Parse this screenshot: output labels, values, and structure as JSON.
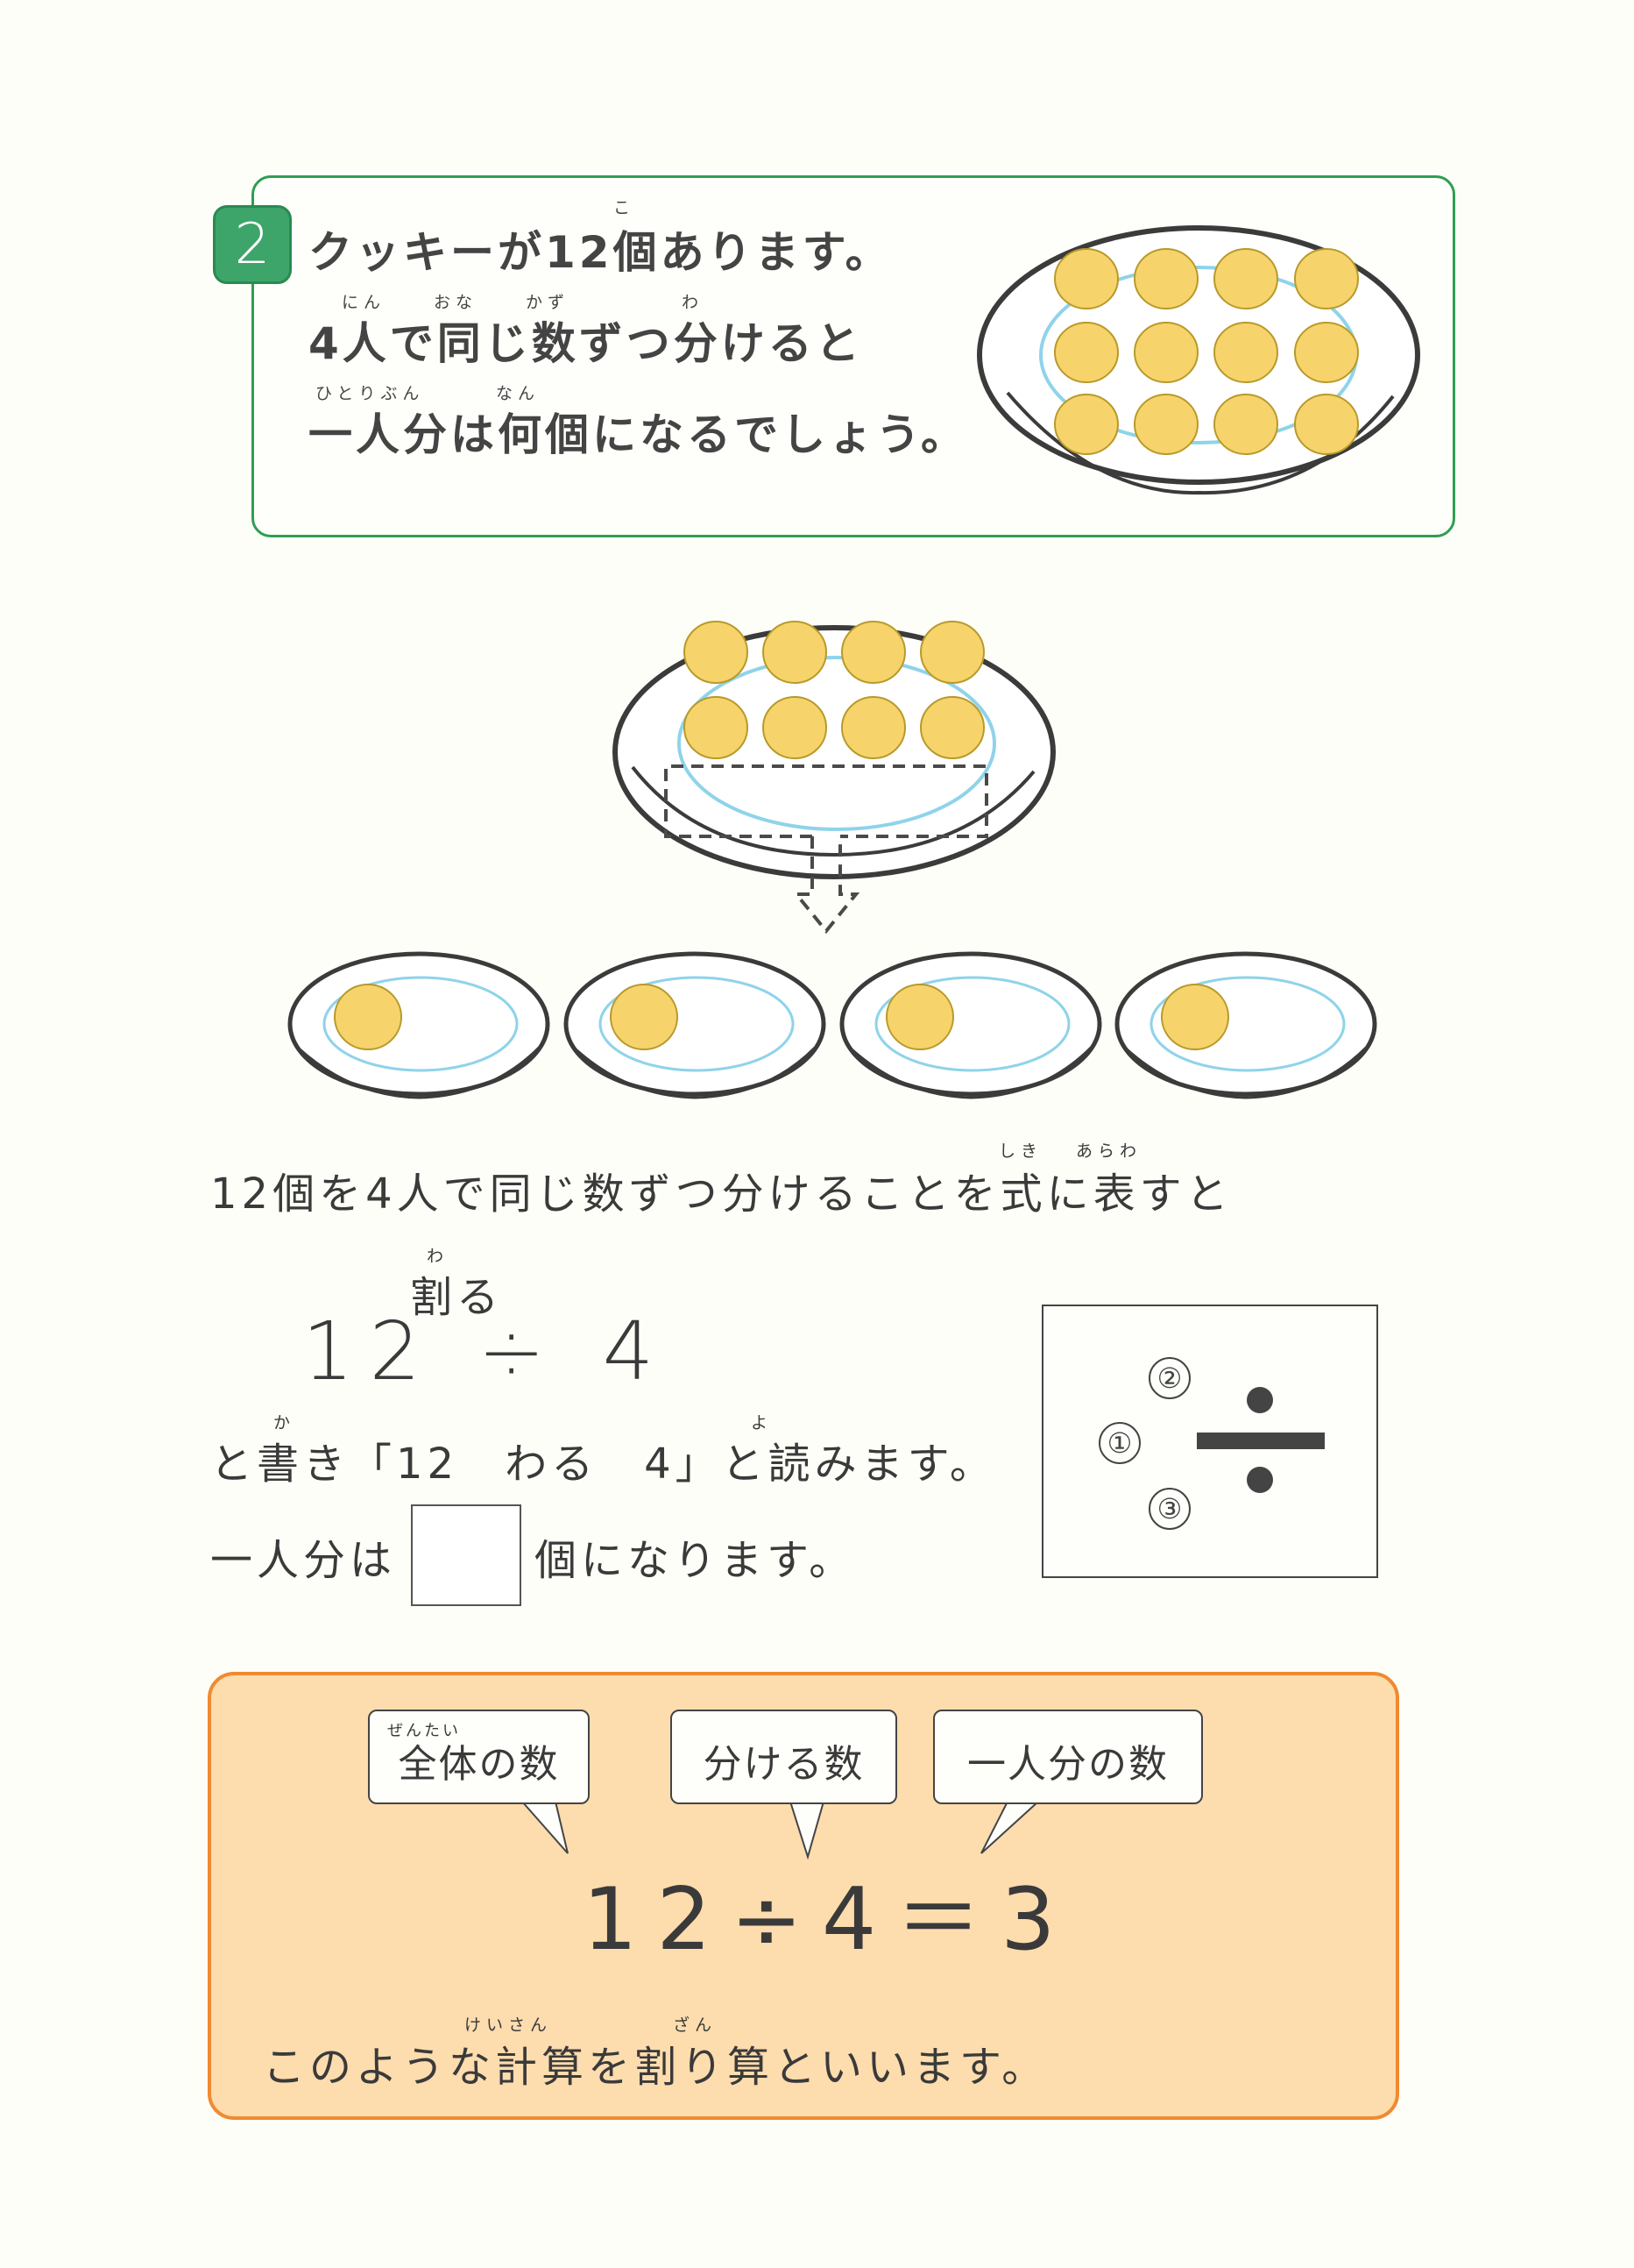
{
  "problem": {
    "number": "2",
    "lines": [
      {
        "text": "クッキーが12個あります。",
        "ruby": [
          {
            "reading": "こ",
            "base": "個"
          }
        ]
      },
      {
        "text": "4人で同じ数ずつ分けると",
        "ruby": [
          {
            "reading": "にん",
            "base": "人"
          },
          {
            "reading": "おな",
            "base": "同"
          },
          {
            "reading": "かず",
            "base": "数"
          },
          {
            "reading": "わ",
            "base": "分"
          }
        ]
      },
      {
        "text": "一人分は何個になるでしょう。",
        "ruby": [
          {
            "reading": "ひとりぶん",
            "base": "一人分"
          },
          {
            "reading": "なん",
            "base": "何"
          }
        ]
      }
    ],
    "illustration": {
      "cookie_count": 12,
      "rows": 3,
      "cols": 4
    }
  },
  "split_illustration": {
    "top_plate_cookies": 8,
    "plates": [
      {
        "cookies": 1
      },
      {
        "cookies": 1
      },
      {
        "cookies": 1
      },
      {
        "cookies": 1
      }
    ]
  },
  "explanation": {
    "sentence": "12個を4人で同じ数ずつ分けることを式に表すと",
    "sentence_ruby": [
      {
        "reading": "しき",
        "base": "式"
      },
      {
        "reading": "あらわ",
        "base": "表"
      }
    ],
    "divide_label": "割る",
    "divide_label_ruby": "わ",
    "expression": "12 ÷ 4",
    "read_line": "と書き「12　わる　4」と読みます。",
    "read_line_ruby": [
      {
        "reading": "か",
        "base": "書"
      },
      {
        "reading": "よ",
        "base": "読"
      }
    ],
    "answer_prefix": "一人分は",
    "answer_value": "",
    "answer_suffix": "個になります。"
  },
  "stroke_order": {
    "step1": "①",
    "step2": "②",
    "step3": "③"
  },
  "summary": {
    "bubbles": [
      {
        "label": "全体の数",
        "ruby": "ぜんたい"
      },
      {
        "label": "分ける数",
        "ruby": ""
      },
      {
        "label": "一人分の数",
        "ruby": ""
      }
    ],
    "equation": "12÷4＝3",
    "note": "このような計算を割り算といいます。",
    "note_ruby": [
      {
        "reading": "けいさん",
        "base": "計算"
      },
      {
        "reading": "ざん",
        "base": "算"
      }
    ]
  },
  "colors": {
    "green_border": "#2f9e52",
    "badge_fill": "#3ea56a",
    "orange_border": "#f08a30",
    "orange_fill": "#fddcae",
    "cookie": "#f7d36c",
    "plate_inner": "#8fd3ea"
  }
}
